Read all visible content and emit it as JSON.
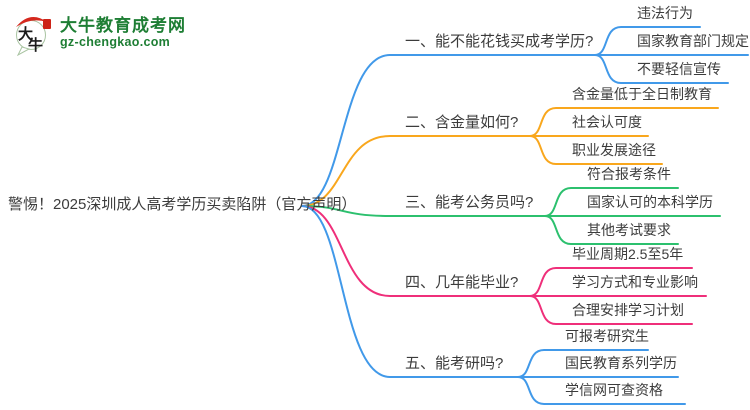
{
  "logo": {
    "title": "大牛教育成考网",
    "url": "gz-chengkao.com",
    "icon_chars": "大牛",
    "colors": {
      "brand_green": "#1e7e34",
      "seal_red": "#d5281e"
    }
  },
  "root": {
    "label": "警惕！2025深圳成人高考学历买卖陷阱（官方声明）"
  },
  "branches": [
    {
      "label": "一、能不能花钱买成考学历?",
      "color": "#4199e9",
      "children": [
        "违法行为",
        "国家教育部门规定",
        "不要轻信宣传"
      ]
    },
    {
      "label": "二、含金量如何?",
      "color": "#f9a71d",
      "children": [
        "含金量低于全日制教育",
        "社会认可度",
        "职业发展途径"
      ]
    },
    {
      "label": "三、能考公务员吗?",
      "color": "#2cc06e",
      "children": [
        "符合报考条件",
        "国家认可的本科学历",
        "其他考试要求"
      ]
    },
    {
      "label": "四、几年能毕业?",
      "color": "#ef2f7a",
      "children": [
        "毕业周期2.5至5年",
        "学习方式和专业影响",
        "合理安排学习计划"
      ]
    },
    {
      "label": "五、能考研吗?",
      "color": "#4199e9",
      "children": [
        "可报考研究生",
        "国民教育系列学历",
        "学信网可查资格"
      ]
    }
  ],
  "text_color": "#3c3c3c"
}
